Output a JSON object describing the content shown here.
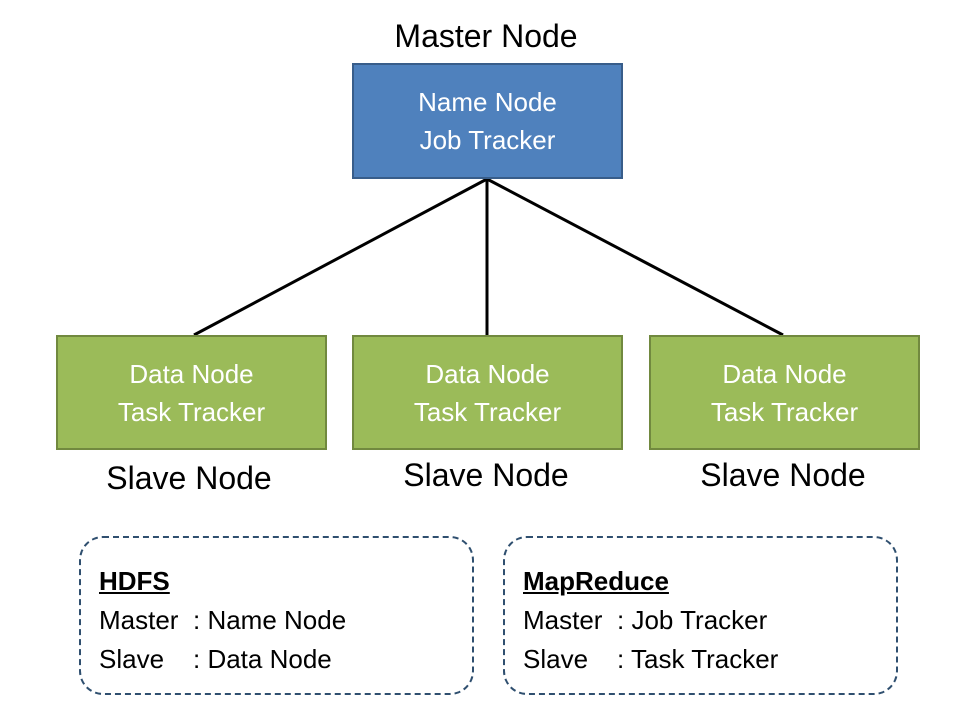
{
  "master": {
    "caption": "Master Node",
    "lines": [
      "Name Node",
      "Job Tracker"
    ],
    "fill": "#4f81bd",
    "border": "#385d8a"
  },
  "slaves": [
    {
      "lines": [
        "Data Node",
        "Task Tracker"
      ],
      "caption": "Slave Node"
    },
    {
      "lines": [
        "Data Node",
        "Task Tracker"
      ],
      "caption": "Slave Node"
    },
    {
      "lines": [
        "Data Node",
        "Task Tracker"
      ],
      "caption": "Slave Node"
    }
  ],
  "slave_style": {
    "fill": "#9bbb59",
    "border": "#71893f"
  },
  "legends": [
    {
      "title": "HDFS",
      "rows": [
        {
          "role": "Master",
          "value": ": Name Node"
        },
        {
          "role": "Slave",
          "value": ": Data Node"
        }
      ]
    },
    {
      "title": "MapReduce",
      "rows": [
        {
          "role": "Master",
          "value": ": Job Tracker"
        },
        {
          "role": "Slave",
          "value": ": Task Tracker"
        }
      ]
    }
  ],
  "colors": {
    "connector": "#000000",
    "legend_border": "#2f4f6f",
    "box_text": "#ffffff"
  }
}
